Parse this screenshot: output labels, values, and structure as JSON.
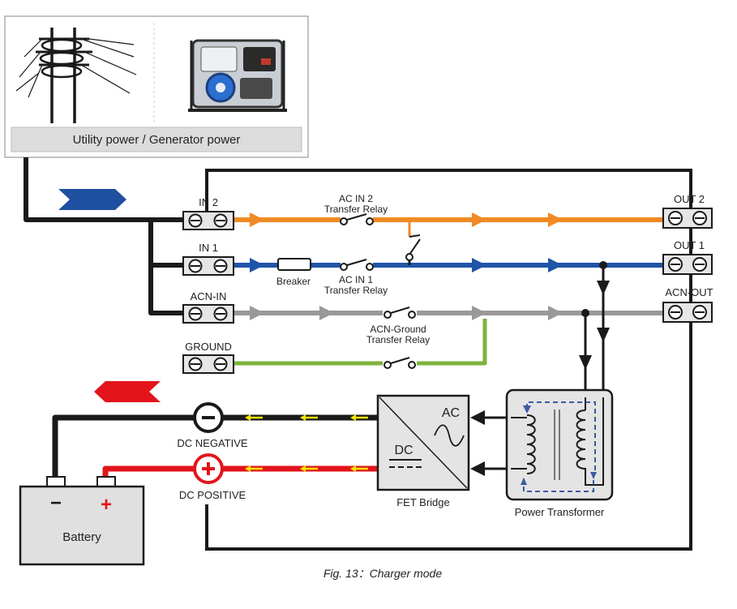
{
  "source": {
    "label": "Utility power / Generator power"
  },
  "terminals": {
    "in2": "IN 2",
    "in1": "IN 1",
    "acn_in": "ACN-IN",
    "ground": "GROUND",
    "out2": "OUT 2",
    "out1": "OUT 1",
    "acn_out": "ACN-OUT",
    "dc_negative": "DC NEGATIVE",
    "dc_positive": "DC POSITIVE"
  },
  "relays": {
    "ac_in2_line1": "AC IN 2",
    "ac_in2_line2": "Transfer Relay",
    "ac_in1_line1": "AC IN 1",
    "ac_in1_line2": "Transfer Relay",
    "acn_ground_line1": "ACN-Ground",
    "acn_ground_line2": "Transfer Relay"
  },
  "components": {
    "breaker": "Breaker",
    "fet_bridge": "FET Bridge",
    "fet_ac": "AC",
    "fet_dc": "DC",
    "power_transformer": "Power Transformer",
    "battery": "Battery",
    "battery_minus": "−",
    "battery_plus": "+"
  },
  "caption": "Fig. 13：Charger mode",
  "colors": {
    "in2_line": "#F08A24",
    "in1_line": "#1F55A8",
    "acn_line": "#999999",
    "ground_line": "#7DB33C",
    "dc_positive_line": "#E3141B",
    "dc_negative_line": "#1a1a1a",
    "flow_arrow_dc": "#F2E400",
    "input_chevron": "#1E4FA0",
    "battery_chevron": "#E3141B",
    "outline": "#1a1a1a"
  },
  "icons": {
    "utility": "power-pole-icon",
    "generator": "generator-icon",
    "input_flow": "chevron-right-icon",
    "battery_flow": "chevron-left-icon",
    "sine": "sine-wave-icon"
  }
}
